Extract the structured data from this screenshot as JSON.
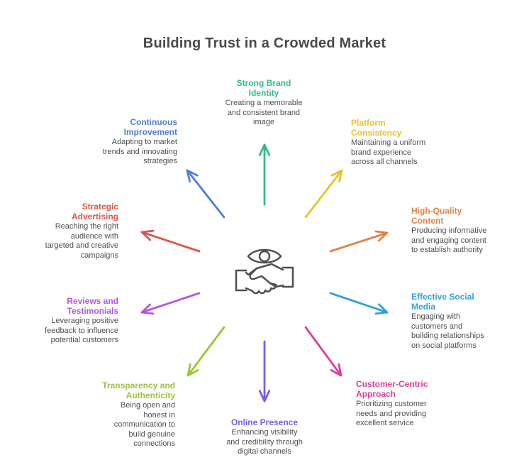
{
  "title": "Building Trust in a Crowded Market",
  "title_color": "#4a4a4a",
  "body_text_color": "#4f4f4f",
  "background": "#ffffff",
  "center_icon": {
    "name": "eye-over-handshake-trust-icon",
    "color": "#4f4f4f"
  },
  "items": [
    {
      "key": "strong-brand-identity",
      "heading": "Strong Brand\nIdentity",
      "description": "Creating a memorable\nand consistent brand\nimage",
      "color": "#2ebd88"
    },
    {
      "key": "platform-consistency",
      "heading": "Platform\nConsistency",
      "description": "Maintaining a uniform\nbrand experience\nacross all channels",
      "color": "#e5c42d"
    },
    {
      "key": "high-quality-content",
      "heading": "High-Quality\nContent",
      "description": "Producing informative\nand engaging content\nto establish authority",
      "color": "#de8345"
    },
    {
      "key": "effective-social-media",
      "heading": "Effective Social\nMedia",
      "description": "Engaging with\ncustomers and\nbuilding relationships\non social platforms",
      "color": "#2fa2db"
    },
    {
      "key": "customer-centric-approach",
      "heading": "Customer-Centric\nApproach",
      "description": "Prioritizing customer\nneeds and providing\nexcellent service",
      "color": "#de3e97"
    },
    {
      "key": "online-presence",
      "heading": "Online Presence",
      "description": "Enhancing visibility\nand credibility through\ndigital channels",
      "color": "#7c5de2"
    },
    {
      "key": "transparency-and-authenticity",
      "heading": "Transparency and\nAuthenticity",
      "description": "Being open and\nhonest in\ncommunication to\nbuild genuine\nconnections",
      "color": "#9ac43a"
    },
    {
      "key": "reviews-and-testimonials",
      "heading": "Reviews and\nTestimonials",
      "description": "Leveraging positive\nfeedback to influence\npotential customers",
      "color": "#b257df"
    },
    {
      "key": "strategic-advertising",
      "heading": "Strategic\nAdvertising",
      "description": "Reaching the right\naudience with\ntargeted and creative\ncampaigns",
      "color": "#de5449"
    },
    {
      "key": "continuous-improvement",
      "heading": "Continuous\nImprovement",
      "description": "Adapting to market\ntrends and innovating\nstrategies",
      "color": "#4b7edb"
    }
  ]
}
